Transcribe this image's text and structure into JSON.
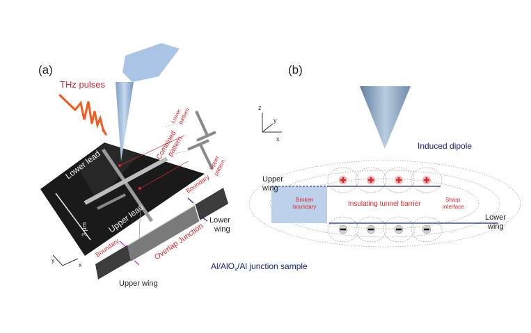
{
  "panel_a": {
    "label": "(a)",
    "thz": "THz pulses",
    "lower_pattern": [
      "Lower",
      "pattern"
    ],
    "upper_pattern": [
      "Upper",
      "pattern"
    ],
    "combined_pattern": [
      "Combined",
      "pattern"
    ],
    "lower_lead": "Lower lead",
    "upper_lead": "Upper lead",
    "scale": "3 μm",
    "boundary_top": "Boundary",
    "boundary_bottom": "Boundary",
    "lower_wing": [
      "Lower",
      "wing"
    ],
    "overlap": "Overlap Junction",
    "upper_wing": "Upper wing",
    "axis_x": "x",
    "axis_y": "y",
    "sample_pre": "Al/AlO",
    "sample_sub": "x",
    "sample_post": "/Al junction sample"
  },
  "panel_b": {
    "label": "(b)",
    "axis_z": "z",
    "axis_y": "y",
    "axis_x": "x",
    "induced_dipole": "Induced dipole",
    "upper_wing": [
      "Upper",
      "wing"
    ],
    "lower_wing": [
      "Lower",
      "wing"
    ],
    "broken_boundary": [
      "Broken",
      "boundary"
    ],
    "barrier": "Insulating tunnel barrier",
    "sharp_interface": [
      "Sharp",
      "interface"
    ],
    "charges_positive": 4,
    "charges_negative": 4
  },
  "colors": {
    "red": "#d8272e",
    "blue": "#1a237e",
    "tip": "#a9c4e4",
    "box": "#b3c9e6"
  }
}
